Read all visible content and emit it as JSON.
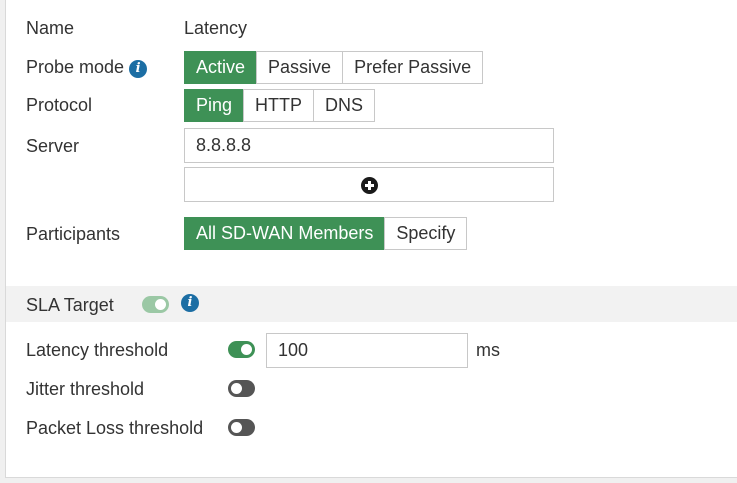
{
  "name": {
    "label": "Name",
    "value": "Latency"
  },
  "probe_mode": {
    "label": "Probe mode",
    "info_icon": "info-circle-icon",
    "options": [
      "Active",
      "Passive",
      "Prefer Passive"
    ],
    "selected": "Active"
  },
  "protocol": {
    "label": "Protocol",
    "options": [
      "Ping",
      "HTTP",
      "DNS"
    ],
    "selected": "Ping"
  },
  "server": {
    "label": "Server",
    "value": "8.8.8.8",
    "add_icon": "plus-circle-icon"
  },
  "participants": {
    "label": "Participants",
    "options": [
      "All SD-WAN Members",
      "Specify"
    ],
    "selected": "All SD-WAN Members"
  },
  "sla_target": {
    "label": "SLA Target",
    "enabled": true,
    "info_icon": "info-circle-icon"
  },
  "thresholds": {
    "latency": {
      "label": "Latency threshold",
      "enabled": true,
      "value": "100",
      "unit": "ms"
    },
    "jitter": {
      "label": "Jitter threshold",
      "enabled": false
    },
    "packet_loss": {
      "label": "Packet Loss threshold",
      "enabled": false
    }
  },
  "colors": {
    "accent": "#3e9156",
    "info": "#1c6ea4",
    "section_bg": "#f2f2f2"
  }
}
